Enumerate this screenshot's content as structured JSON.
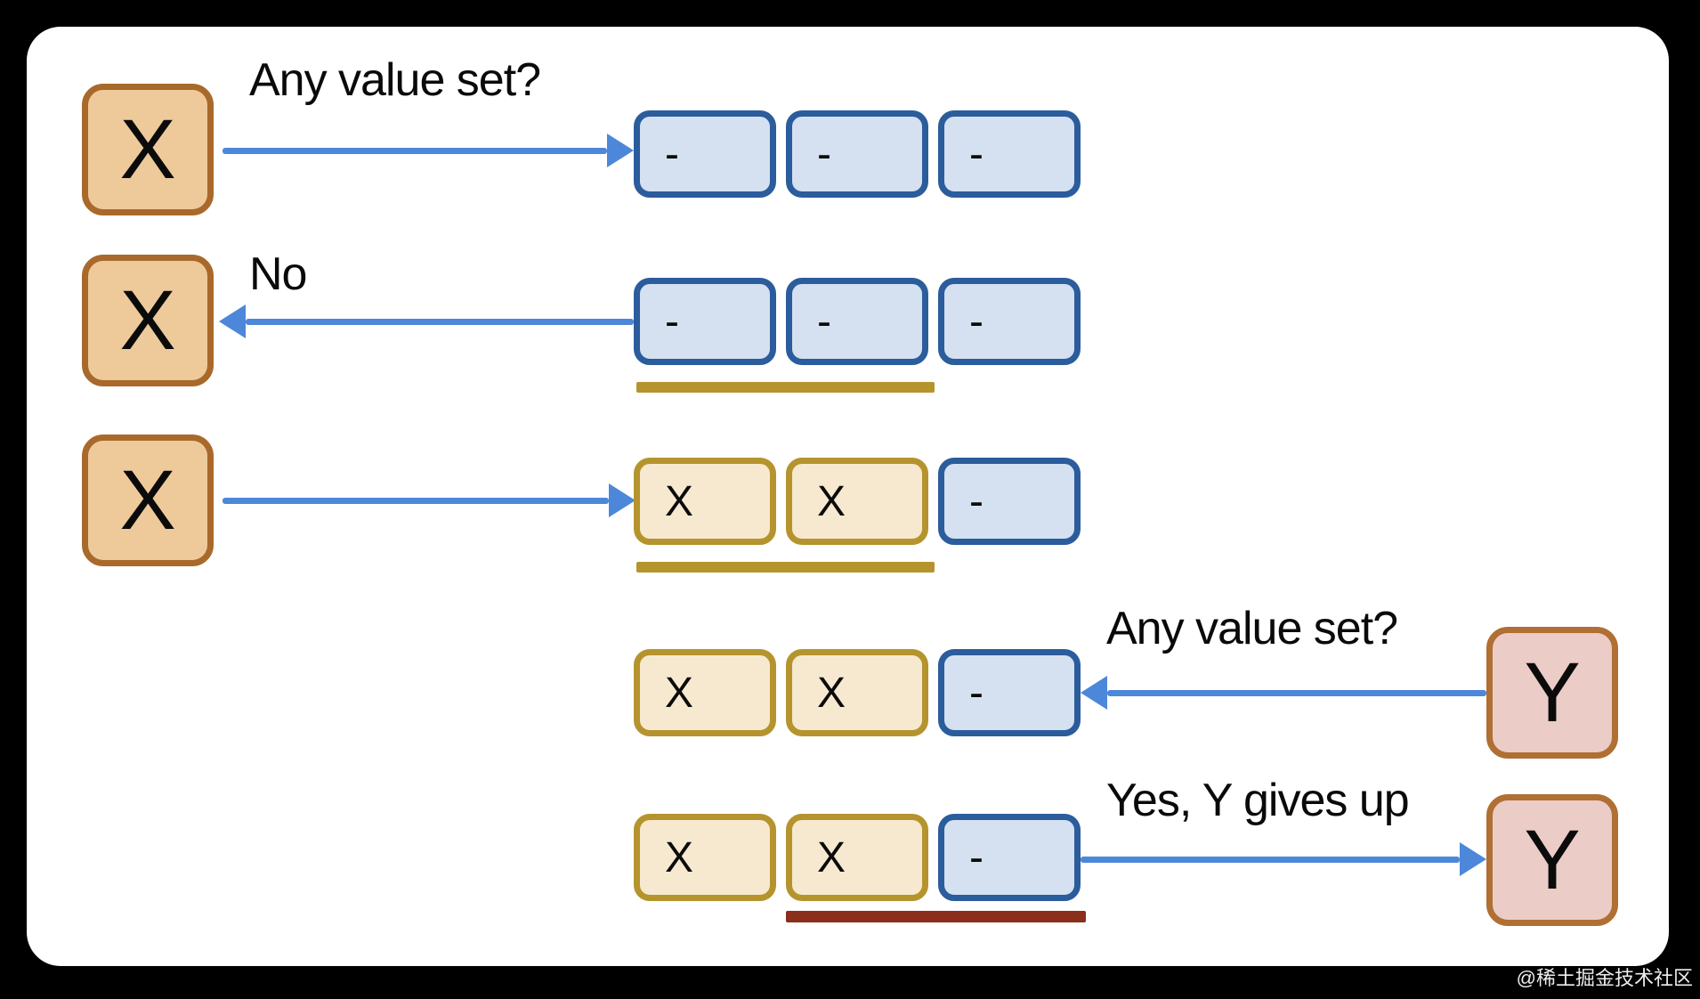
{
  "rows": [
    {
      "actor": "X",
      "actor_side": "left",
      "label": "Any value set?",
      "arrow_direction": "right",
      "cells": [
        "-",
        "-",
        "-"
      ],
      "underline": "none"
    },
    {
      "actor": "X",
      "actor_side": "left",
      "label": "No",
      "arrow_direction": "left",
      "cells": [
        "-",
        "-",
        "-"
      ],
      "underline": "gold under cells 1-2"
    },
    {
      "actor": "X",
      "actor_side": "left",
      "label": "",
      "arrow_direction": "right",
      "cells": [
        "X",
        "X",
        "-"
      ],
      "underline": "gold under cells 1-2"
    },
    {
      "actor": "Y",
      "actor_side": "right",
      "label": "Any value set?",
      "arrow_direction": "left",
      "cells": [
        "X",
        "X",
        "-"
      ],
      "underline": "none"
    },
    {
      "actor": "Y",
      "actor_side": "right",
      "label": "Yes, Y gives up",
      "arrow_direction": "right",
      "cells": [
        "X",
        "X",
        "-"
      ],
      "underline": "red under cells 2-3"
    }
  ],
  "watermark": "@稀土掘金技术社区",
  "colors": {
    "background": "#000000",
    "card": "#ffffff",
    "actor_x_fill": "#eeca9b",
    "actor_x_border": "#a8692b",
    "actor_y_fill": "#ecccc7",
    "actor_y_border": "#b06f33",
    "cell_empty_fill": "#d5e1f0",
    "cell_empty_border": "#2b5c9c",
    "cell_set_fill": "#f7e9d0",
    "cell_set_border": "#b5942e",
    "arrow": "#4d87d9",
    "underline_gold": "#b5942e",
    "underline_red": "#8b2e1c"
  }
}
